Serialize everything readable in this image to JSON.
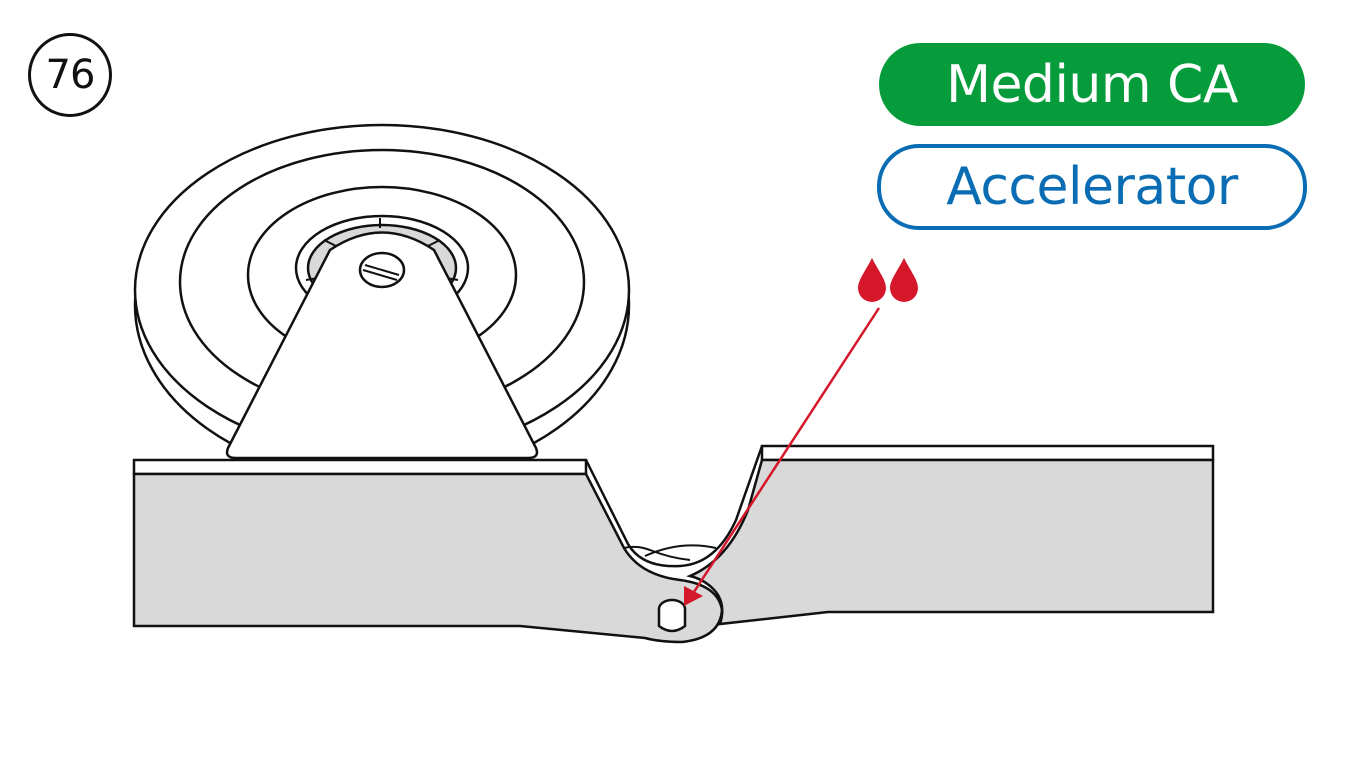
{
  "step": {
    "number": "76"
  },
  "labels": {
    "glue": "Medium CA",
    "accelerator": "Accelerator"
  },
  "colors": {
    "glue_bg": "#079c3b",
    "accelerator_border": "#0a6db3",
    "accelerator_text": "#0a6db3",
    "drop": "#d5172a",
    "arrow": "#d5172a",
    "part_fill": "#d9d9d9",
    "outline": "#111111"
  },
  "icons": {
    "drops": "two-glue-drops-icon",
    "arrow": "application-arrow"
  },
  "drops": {
    "count": 2
  }
}
